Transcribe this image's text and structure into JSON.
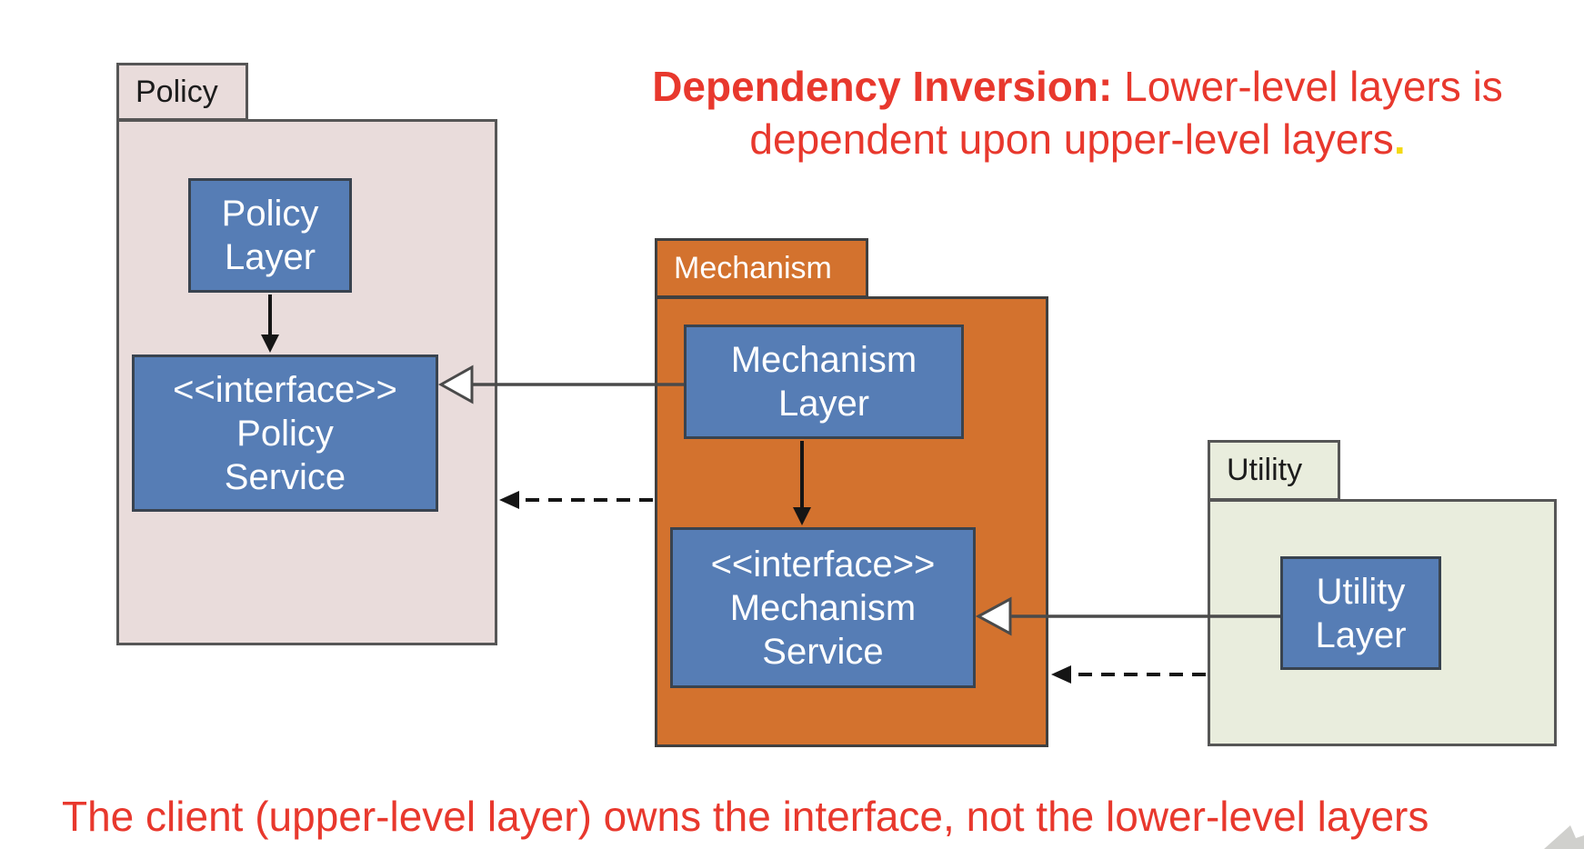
{
  "heading": {
    "bold": "Dependency Inversion:",
    "line1_rest": " Lower-level layers is",
    "line2": "dependent upon upper-level layers",
    "line2_period": "."
  },
  "bottom_note": "The client (upper-level layer) owns the interface, not the lower-level layers",
  "packages": {
    "policy": {
      "tab": "Policy",
      "layer_box": {
        "line1": "Policy",
        "line2": "Layer"
      },
      "interface_box": {
        "stereotype": "<<interface>>",
        "line1": "Policy",
        "line2": "Service"
      }
    },
    "mechanism": {
      "tab": "Mechanism",
      "layer_box": {
        "line1": "Mechanism",
        "line2": "Layer"
      },
      "interface_box": {
        "stereotype": "<<interface>>",
        "line1": "Mechanism",
        "line2": "Service"
      }
    },
    "utility": {
      "tab": "Utility",
      "layer_box": {
        "line1": "Utility",
        "line2": "Layer"
      }
    }
  },
  "connectors": [
    {
      "name": "policy-layer-to-policy-service",
      "type": "solid-arrow"
    },
    {
      "name": "mechanism-layer-realizes-policy-service",
      "type": "realization-open-triangle"
    },
    {
      "name": "mechanism-depends-on-policy",
      "type": "dashed-arrow"
    },
    {
      "name": "mechanism-layer-to-mechanism-service",
      "type": "solid-arrow"
    },
    {
      "name": "utility-layer-realizes-mechanism-service",
      "type": "realization-open-triangle"
    },
    {
      "name": "utility-depends-on-mechanism",
      "type": "dashed-arrow"
    }
  ],
  "colors": {
    "red_text": "#e8382d",
    "yellow_period": "#f3d913",
    "policy_fill": "#e9dcdb",
    "mechanism_fill": "#d3722e",
    "utility_fill": "#e9eddd",
    "node_blue": "#567db5",
    "package_border": "#565656",
    "node_border": "#39434f",
    "line_gray": "#4a4a4a",
    "arrow_black": "#151515"
  }
}
